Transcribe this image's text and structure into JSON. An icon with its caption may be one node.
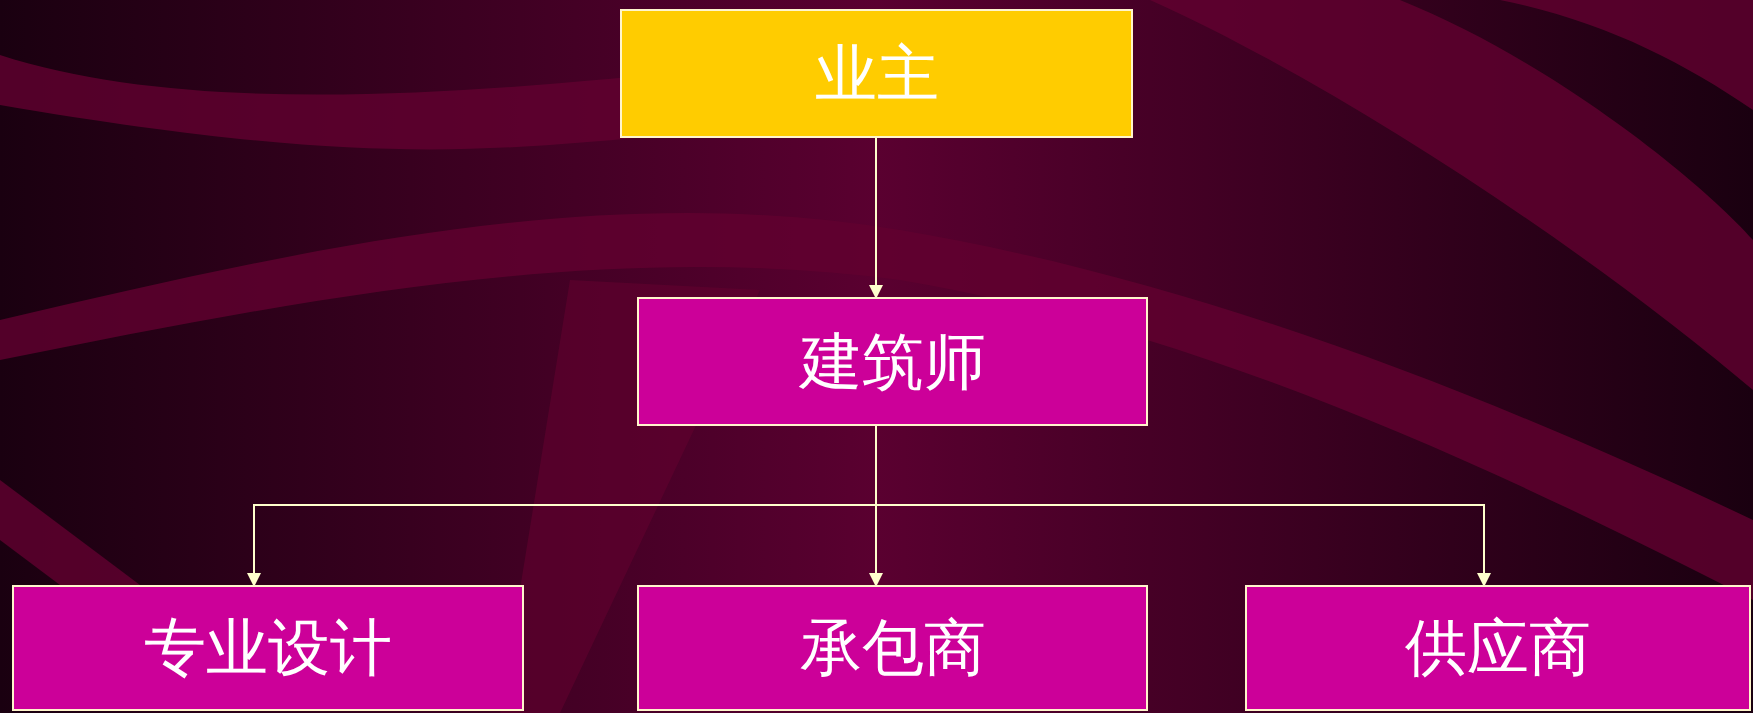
{
  "diagram": {
    "nodes": [
      {
        "text": [
          "业主"
        ]
      },
      {
        "text": [
          "建筑师"
        ]
      },
      {
        "text": [
          "专业设计"
        ]
      },
      {
        "text": [
          "承包商"
        ]
      },
      {
        "text": [
          "供应商"
        ]
      }
    ],
    "edges": [
      {
        "from": 0,
        "to": 1,
        "arrow": "to"
      },
      {
        "from": 1,
        "to": 2,
        "arrow": "to"
      },
      {
        "from": 1,
        "to": 3,
        "arrow": "to"
      },
      {
        "from": 1,
        "to": 4,
        "arrow": "to"
      }
    ]
  }
}
